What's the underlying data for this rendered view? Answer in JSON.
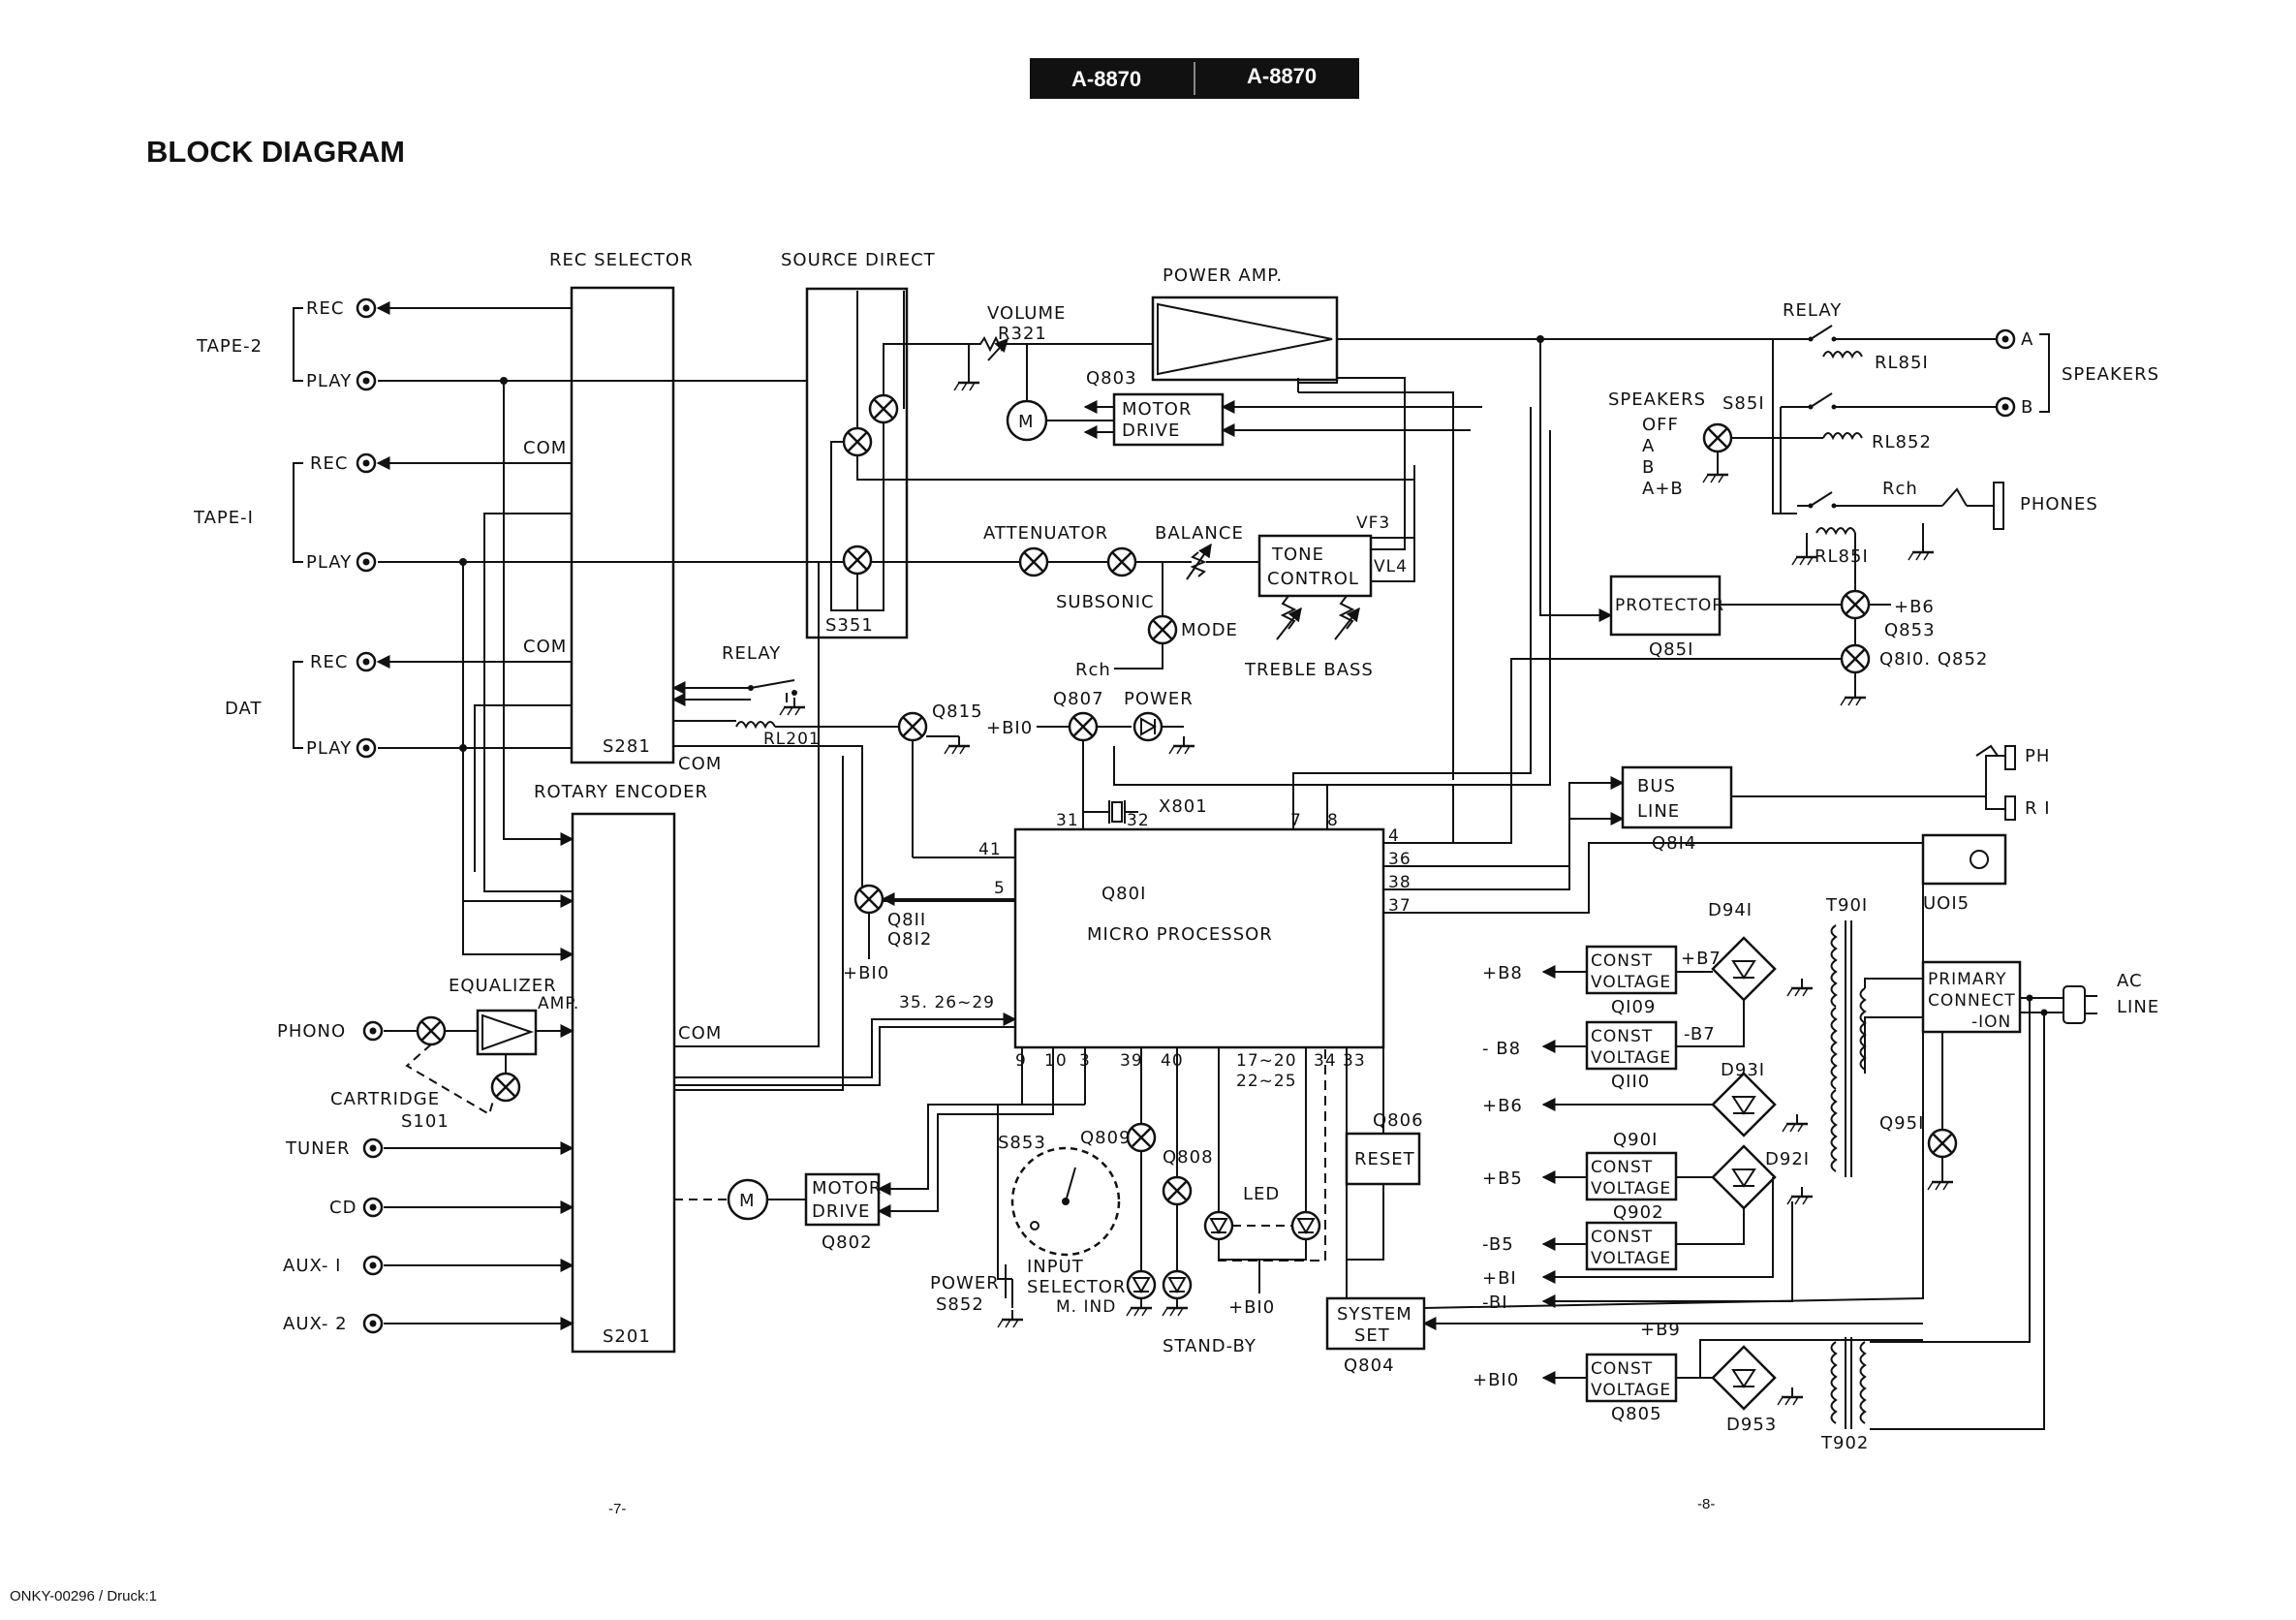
{
  "header": {
    "model_left": "A-8870",
    "model_right": "A-8870"
  },
  "title": "BLOCK DIAGRAM",
  "left_inputs": {
    "tape2": "TAPE-2",
    "tape1": "TAPE-I",
    "dat": "DAT",
    "rec": "REC",
    "play": "PLAY",
    "phono": "PHONO",
    "tuner": "TUNER",
    "cd": "CD",
    "aux1": "AUX- I",
    "aux2": "AUX- 2"
  },
  "blocks": {
    "rec_selector": "REC SELECTOR",
    "s281": "S281",
    "source_direct": "SOURCE DIRECT",
    "s351": "S351",
    "rotary_encoder": "ROTARY ENCODER",
    "s201": "S201",
    "power_amp": "POWER AMP.",
    "volume": "VOLUME",
    "r321": "R321",
    "q803": "Q803",
    "motor": "MOTOR",
    "drive": "DRIVE",
    "m": "M",
    "attenuator": "ATTENUATOR",
    "balance": "BALANCE",
    "subsonic": "SUBSONIC",
    "mode": "MODE",
    "rch": "Rch",
    "tone": "TONE",
    "control": "CONTROL",
    "vf3": "VF3",
    "vl4": "VL4",
    "treble_bass": "TREBLE BASS",
    "relay": "RELAY",
    "rl201": "RL201",
    "com": "COM",
    "q815": "Q815",
    "b10": "+BI0",
    "q807": "Q807",
    "power": "POWER",
    "x801": "X801",
    "q801": "Q80I",
    "micro": "MICRO PROCESSOR",
    "q811": "Q8II",
    "q812": "Q8I2",
    "pins_bus": "35. 26~29",
    "pin5": "5",
    "pin41": "41",
    "pin31": "31",
    "pin32": "32",
    "pin7": "7",
    "pin8": "8",
    "pin4": "4",
    "pin36": "36",
    "pin38": "38",
    "pin37": "37",
    "pin9": "9",
    "pin10": "10",
    "pin3": "3",
    "pin39": "39",
    "pin40": "40",
    "pin17": "17~20",
    "pin22": "22~25",
    "pin34": "34",
    "pin33": "33",
    "equalizer": "EQUALIZER",
    "amp": "AMP.",
    "cartridge": "CARTRIDGE",
    "s101": "S101",
    "q802": "Q802",
    "s853": "S853",
    "q809": "Q809",
    "q808": "Q808",
    "led": "LED",
    "power_s852": "POWER",
    "s852": "S852",
    "input_sel": "INPUT",
    "selector": "SELECTOR",
    "mind": "M. IND",
    "standby": "STAND-BY",
    "q806": "Q806",
    "reset": "RESET",
    "system": "SYSTEM",
    "set": "SET",
    "q804": "Q804"
  },
  "right_side": {
    "relay": "RELAY",
    "rl851": "RL85I",
    "rl852": "RL852",
    "rl851b": "RL85I",
    "speakers_label": "SPEAKERS",
    "s851": "S85I",
    "off": "OFF",
    "a": "A",
    "b": "B",
    "ab": "A+B",
    "out_a": "A",
    "out_b": "B",
    "speakers": "SPEAKERS",
    "phones_rch": "Rch",
    "phones": "PHONES",
    "protector": "PROTECTOR",
    "q851": "Q85I",
    "b6": "+B6",
    "q853": "Q853",
    "q810": "Q8I0. Q852",
    "bus": "BUS",
    "line": "LINE",
    "q814": "Q8I4",
    "ph": "PH",
    "ri": "R I",
    "u015": "UOI5",
    "d941": "D94I",
    "t901": "T90I",
    "const": "CONST",
    "voltage": "VOLTAGE",
    "b8p": "+B8",
    "b7p": "+B7",
    "q109": "QI09",
    "b8m": "- B8",
    "b7m": "-B7",
    "q110": "QII0",
    "d931": "D93I",
    "b6p": "+B6",
    "q901": "Q90I",
    "d921": "D92I",
    "b5p": "+B5",
    "q902": "Q902",
    "b5m": "-B5",
    "b1p": "+BI",
    "b1m": "-BI",
    "b9": "+B9",
    "b10": "+BI0",
    "q805": "Q805",
    "d953": "D953",
    "t902": "T902",
    "primary": "PRIMARY",
    "connect": "CONNECT",
    "ion": "-ION",
    "ac": "AC",
    "line_ac": "LINE",
    "q951": "Q95I"
  },
  "footer": {
    "page_left": "-7-",
    "page_right": "-8-",
    "doc": "ONKY-00296 / Druck:1"
  }
}
